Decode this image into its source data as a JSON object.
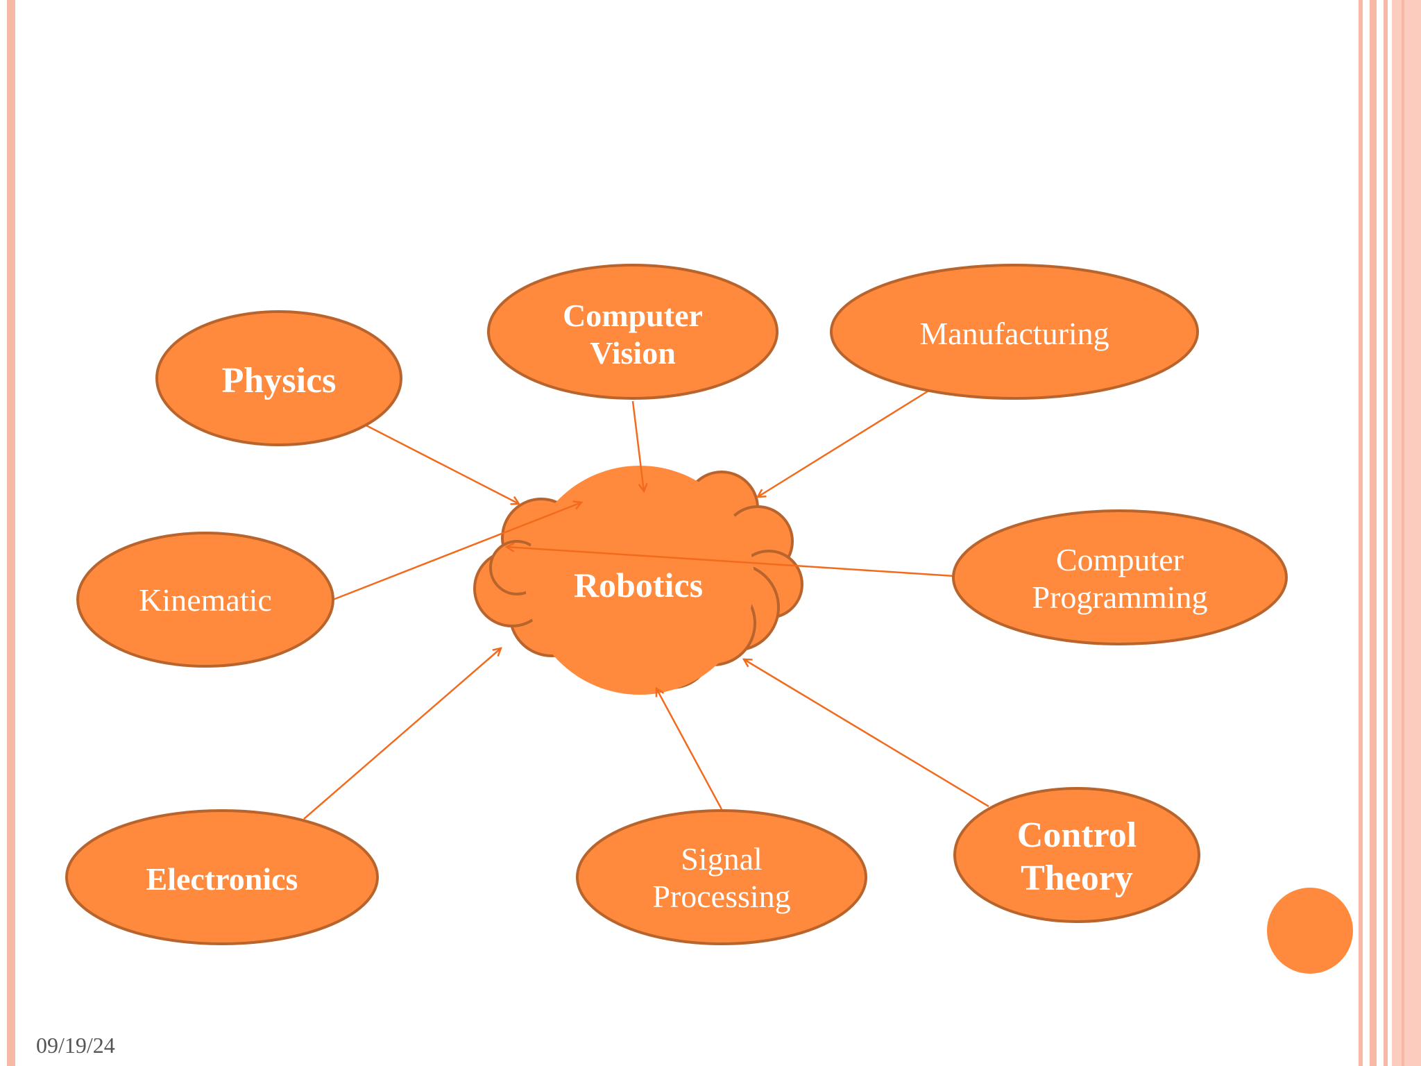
{
  "slide": {
    "date": "09/19/24",
    "colors": {
      "node_fill": "#FF8A3D",
      "node_stroke": "#B8642C",
      "arrow": "#F26B1D",
      "border": "#F8B8A6"
    }
  },
  "diagram": {
    "center": {
      "label": "Robotics"
    },
    "nodes": [
      {
        "id": "physics",
        "lines": [
          "Physics"
        ]
      },
      {
        "id": "computer-vision",
        "lines": [
          "Computer",
          "Vision"
        ]
      },
      {
        "id": "manufacturing",
        "lines": [
          "Manufacturing"
        ]
      },
      {
        "id": "kinematic",
        "lines": [
          "Kinematic"
        ]
      },
      {
        "id": "computer-programming",
        "lines": [
          "Computer",
          "Programming"
        ]
      },
      {
        "id": "electronics",
        "lines": [
          "Electronics"
        ]
      },
      {
        "id": "signal-processing",
        "lines": [
          "Signal",
          "Processing"
        ]
      },
      {
        "id": "control-theory",
        "lines": [
          "Control",
          "Theory"
        ]
      }
    ]
  }
}
